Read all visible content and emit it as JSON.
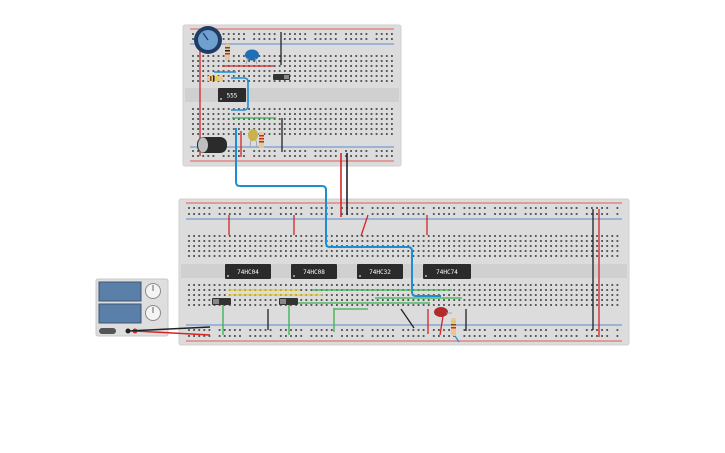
{
  "colors": {
    "board": "#dcdcdc",
    "board_edge": "#cfcfcf",
    "hole": "#3a3a3a",
    "rail_red": "#e0332f",
    "rail_blue": "#2d6fcf",
    "chip": "#2b2b2b",
    "wire_blue": "#1d8fd1",
    "wire_red": "#d62525",
    "wire_black": "#222222",
    "wire_green": "#37b24d",
    "wire_yellow": "#e6cf2a",
    "psu_body": "#dedede",
    "psu_screen": "#5a7fa8"
  },
  "icons": {
    "potentiometer": "potentiometer-icon",
    "capacitor": "capacitor-icon",
    "resistor": "resistor-icon",
    "led": "led-icon",
    "switch": "slide-switch-icon",
    "power_supply": "power-supply-icon"
  },
  "upper_board": {
    "chips": [
      {
        "id": "u1",
        "label": "555"
      }
    ]
  },
  "lower_board": {
    "chips": [
      {
        "id": "u2",
        "label": "74HC04"
      },
      {
        "id": "u3",
        "label": "74HC08"
      },
      {
        "id": "u4",
        "label": "74HC32"
      },
      {
        "id": "u5",
        "label": "74HC74"
      }
    ]
  }
}
